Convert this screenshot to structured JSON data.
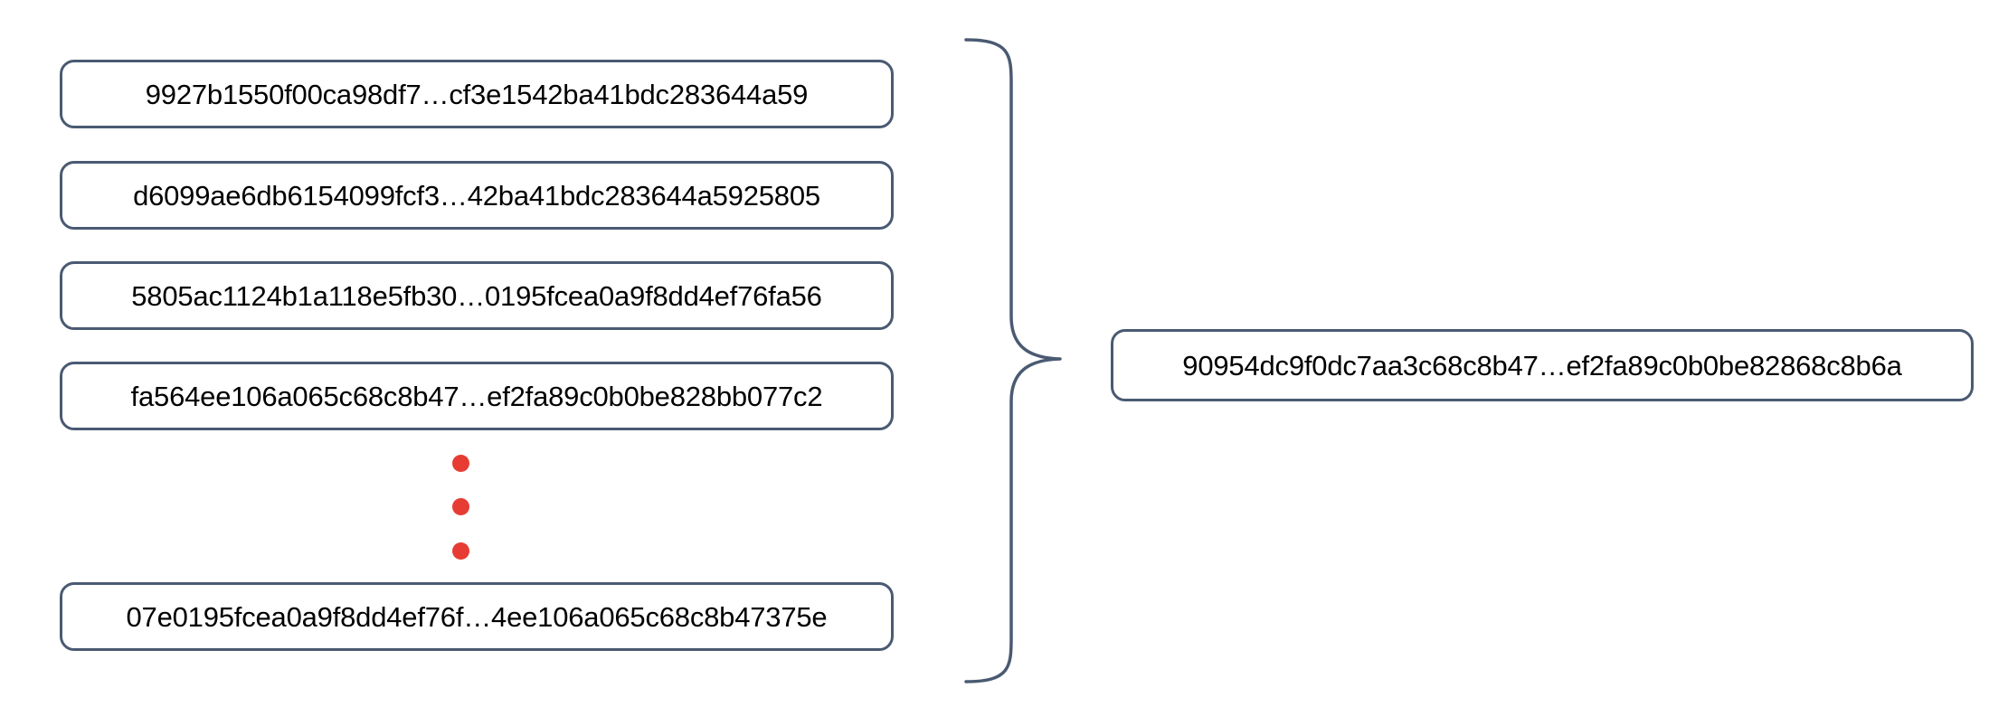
{
  "diagram": {
    "type": "merkle-hash-aggregation",
    "title": "",
    "palette": {
      "box_border": "#4a5a72",
      "box_fill": "#ffffff",
      "text": "#000000",
      "dot_red": "#e63c33",
      "brace_stroke": "#4a5a72",
      "background": "#ffffff"
    },
    "inputs": [
      {
        "id": "input-0",
        "hash": "9927b1550f00ca98df7…cf3e1542ba41bdc283644a59"
      },
      {
        "id": "input-1",
        "hash": "d6099ae6db6154099fcf3…42ba41bdc283644a5925805"
      },
      {
        "id": "input-2",
        "hash": "5805ac1124b1a118e5fb30…0195fcea0a9f8dd4ef76fa56"
      },
      {
        "id": "input-3",
        "hash": "fa564ee106a065c68c8b47…ef2fa89c0b0be828bb077c2"
      },
      {
        "id": "input-4",
        "hash": "07e0195fcea0a9f8dd4ef76f…4ee106a065c68c8b47375e"
      }
    ],
    "ellipsis": {
      "name": "vertical-ellipsis",
      "dot_count": 3,
      "color": "#e63c33"
    },
    "connector": {
      "name": "curly-brace",
      "orientation": "right-pointing",
      "label": ""
    },
    "output": {
      "id": "output-0",
      "hash": "90954dc9f0dc7aa3c68c8b47…ef2fa89c0b0be82868c8b6a"
    }
  }
}
